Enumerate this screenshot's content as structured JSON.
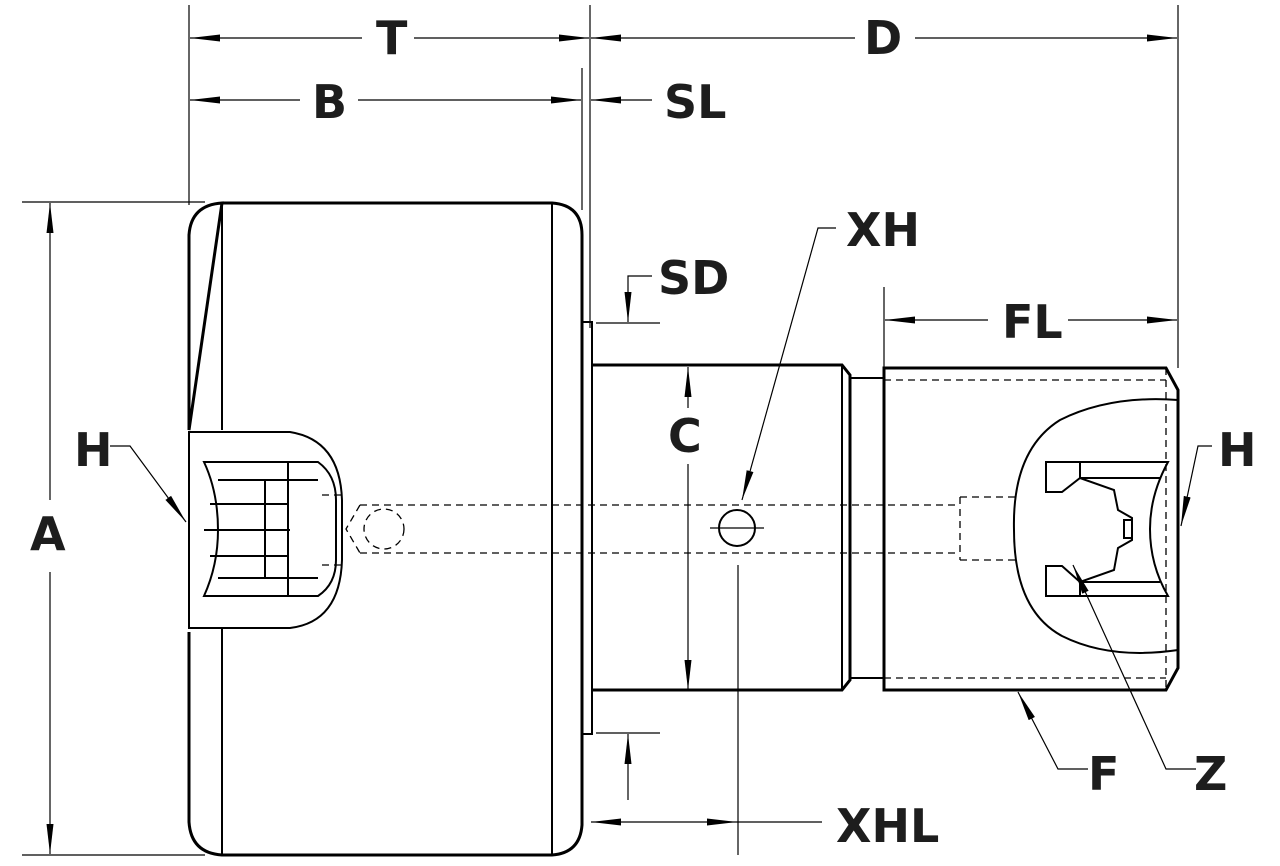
{
  "labels": {
    "T": "T",
    "D": "D",
    "B": "B",
    "SL": "SL",
    "XH": "XH",
    "SD": "SD",
    "FL": "FL",
    "H_left": "H",
    "H_right": "H",
    "C": "C",
    "A": "A",
    "F": "F",
    "Z": "Z",
    "XHL": "XHL"
  }
}
